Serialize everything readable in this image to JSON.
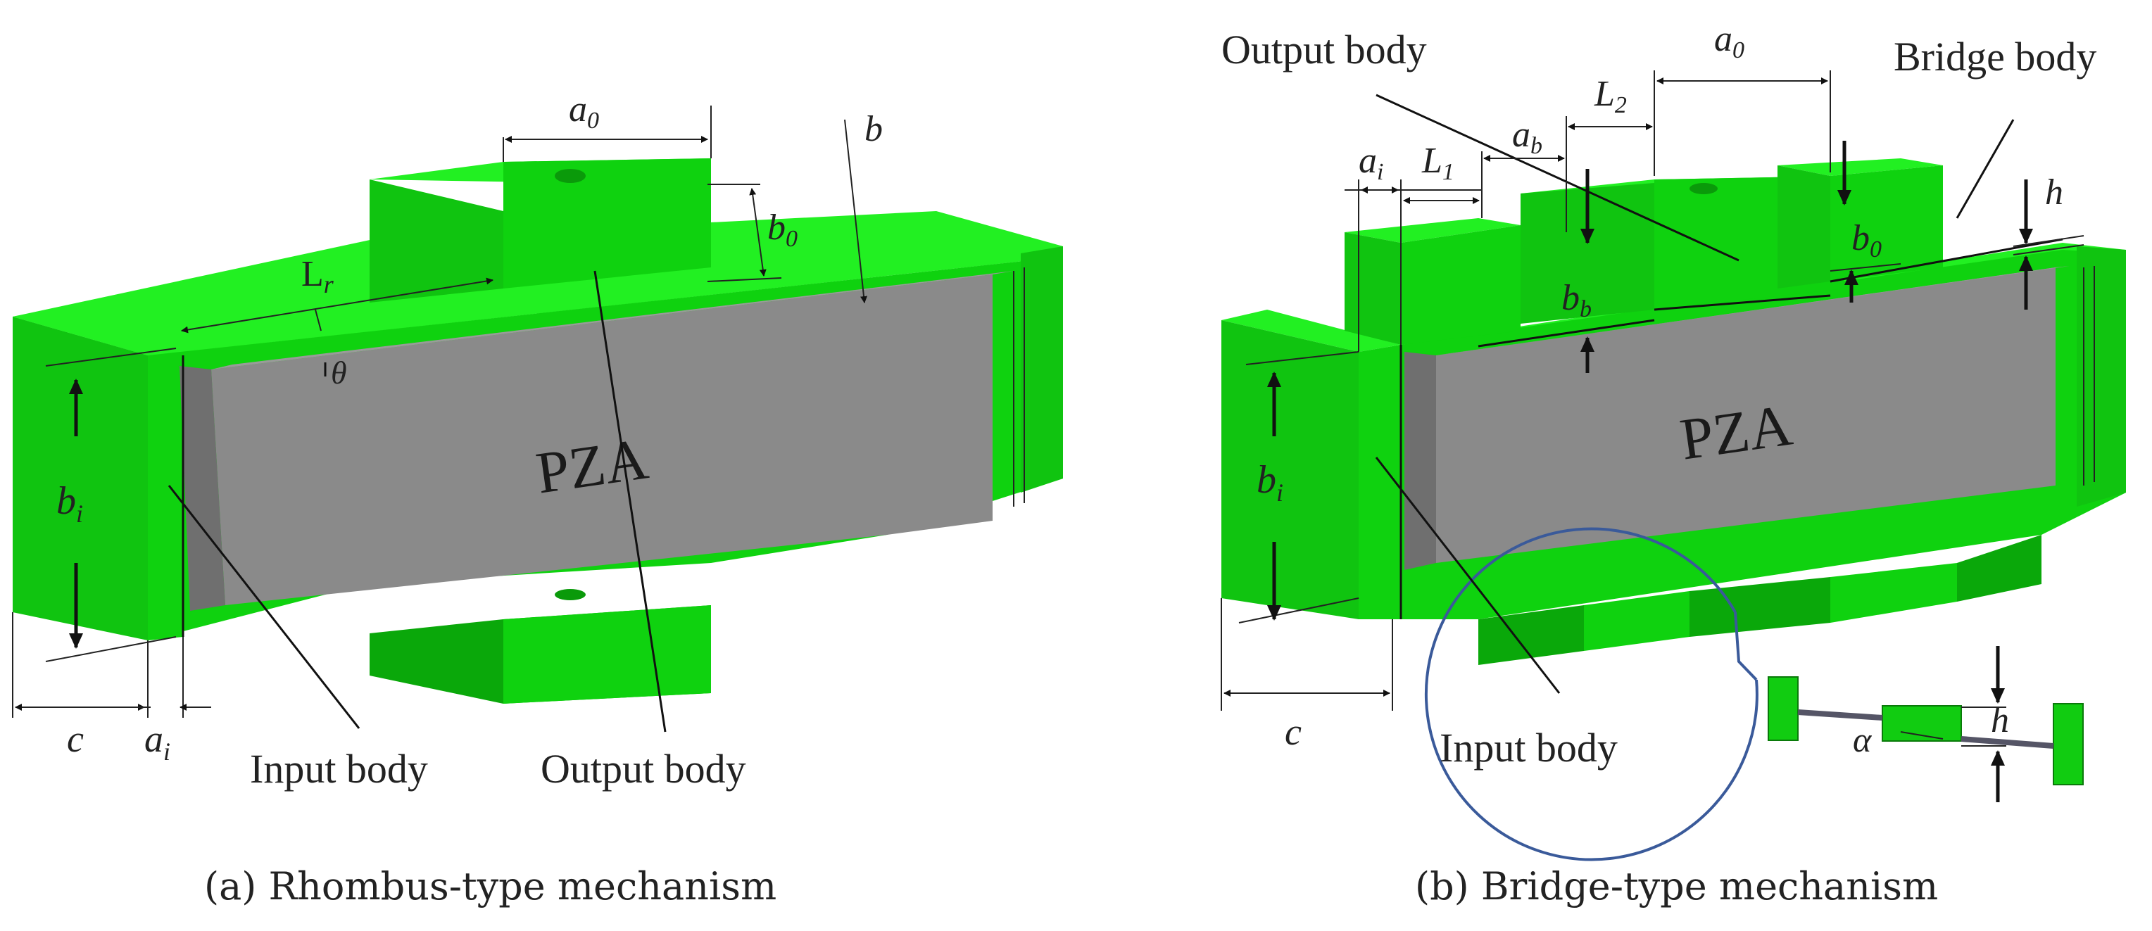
{
  "colors": {
    "mechanism_green": "#0fd20f",
    "pza_gray": "#8a8a8a",
    "detail_circle": "#3a5a9a"
  },
  "panel_a": {
    "caption": "(a)  Rhombus-type mechanism",
    "block_label": "PZA",
    "labels": {
      "input_body": "Input body",
      "output_body": "Output body"
    },
    "dimensions": {
      "a0_base": "a",
      "a0_sub": "0",
      "b": "b",
      "b0_base": "b",
      "b0_sub": "0",
      "Lr_base": "L",
      "Lr_sub": "r",
      "theta": "θ",
      "bi_base": "b",
      "bi_sub": "i",
      "c": "c",
      "ai_base": "a",
      "ai_sub": "i"
    }
  },
  "panel_b": {
    "caption": "(b)  Bridge-type mechanism",
    "block_label": "PZA",
    "labels": {
      "output_body": "Output body",
      "bridge_body": "Bridge body",
      "input_body": "Input body"
    },
    "dimensions": {
      "a0_base": "a",
      "a0_sub": "0",
      "L2_base": "L",
      "L2_sub": "2",
      "ab_base": "a",
      "ab_sub": "b",
      "ai_base": "a",
      "ai_sub": "i",
      "L1_base": "L",
      "L1_sub": "1",
      "h": "h",
      "b0_base": "b",
      "b0_sub": "0",
      "bb_base": "b",
      "bb_sub": "b",
      "bi_base": "b",
      "bi_sub": "i",
      "c": "c",
      "alpha": "α",
      "h_detail": "h"
    }
  }
}
